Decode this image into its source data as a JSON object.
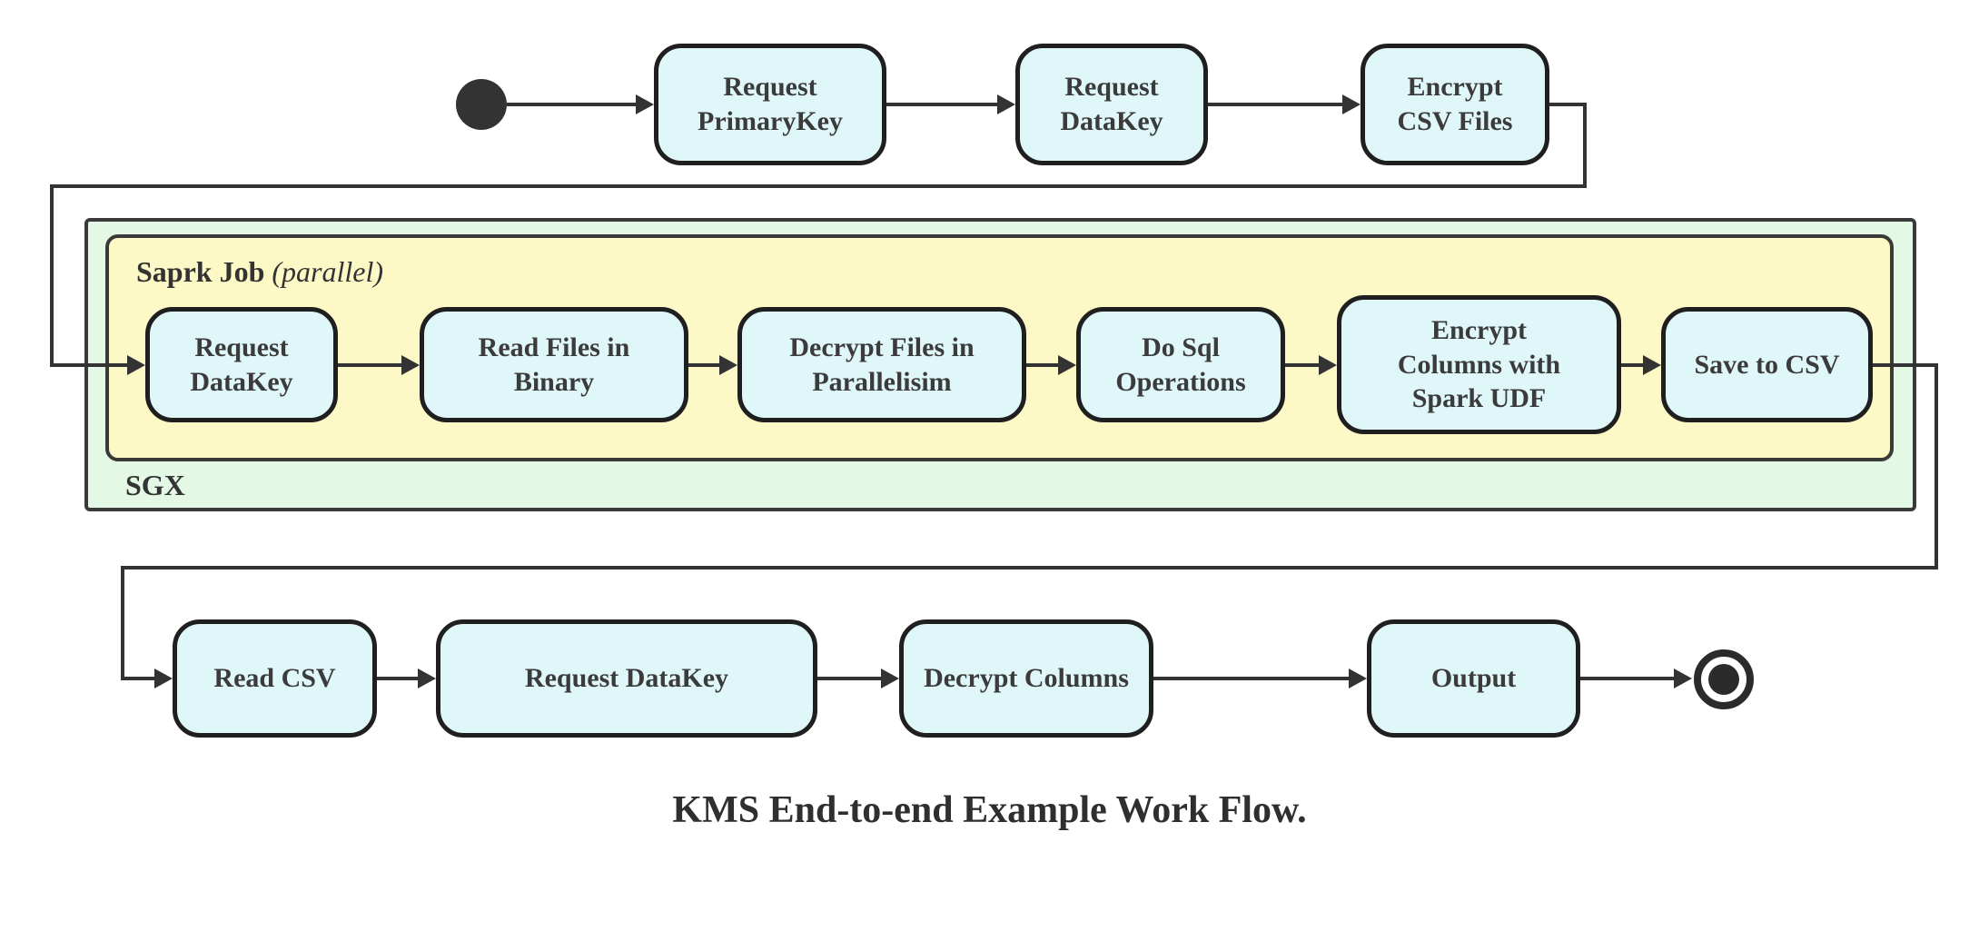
{
  "diagram_title": "KMS End-to-end Example Work Flow.",
  "containers": {
    "sgx": {
      "label": "SGX"
    },
    "spark_job": {
      "label_bold": "Saprk Job",
      "label_italic": "(parallel)"
    }
  },
  "nodes": {
    "request_primarykey": {
      "label": "Request PrimaryKey"
    },
    "request_datakey_top": {
      "label": "Request DataKey"
    },
    "encrypt_csv_files": {
      "label": "Encrypt CSV Files"
    },
    "request_datakey_sgx": {
      "label": "Request DataKey"
    },
    "read_files_in_binary": {
      "label": "Read Files in Binary"
    },
    "decrypt_files_in_parallelisim": {
      "label": "Decrypt Files in Parallelisim"
    },
    "do_sql_operations": {
      "label": "Do Sql Operations"
    },
    "encrypt_columns_with_spark_udf": {
      "label": "Encrypt Columns with Spark UDF"
    },
    "save_to_csv": {
      "label": "Save to CSV"
    },
    "read_csv": {
      "label": "Read CSV"
    },
    "request_datakey_bottom": {
      "label": "Request DataKey"
    },
    "decrypt_columns": {
      "label": "Decrypt Columns"
    },
    "output": {
      "label": "Output"
    }
  },
  "markers": {
    "start": "initial-state",
    "end": "final-state"
  },
  "colors": {
    "node_fill": "#e0f7fa",
    "node_border": "#1f1f1f",
    "spark_fill": "#fdf9c7",
    "sgx_fill": "#e3f8e5",
    "edge": "#333333",
    "text": "#3b3b3b"
  }
}
